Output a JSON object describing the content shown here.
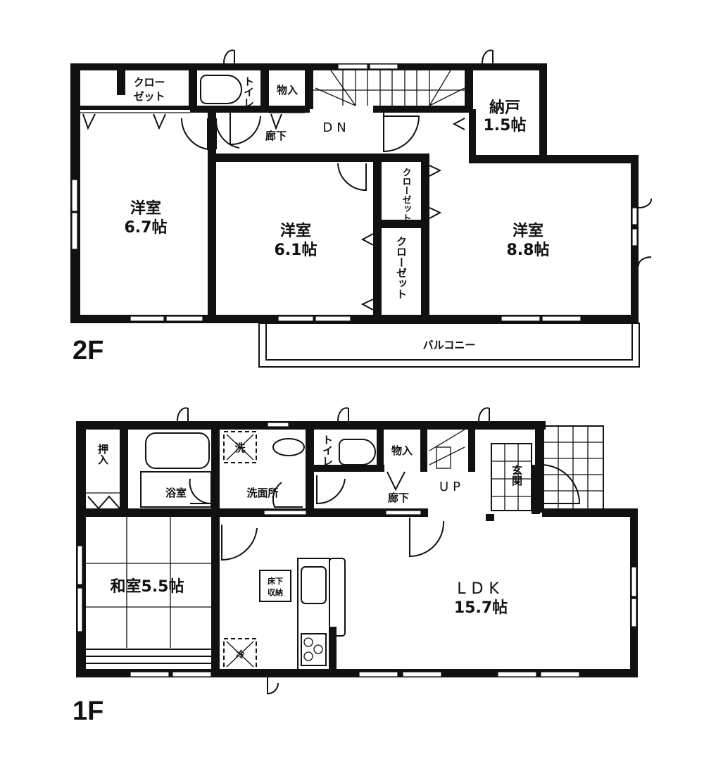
{
  "floors": {
    "second": {
      "label": "2F",
      "rooms": {
        "western_room_a": {
          "name": "洋室",
          "size": "6.7帖"
        },
        "western_room_b": {
          "name": "洋室",
          "size": "6.1帖"
        },
        "western_room_c": {
          "name": "洋室",
          "size": "8.8帖"
        },
        "storage_room": {
          "name": "納戸",
          "size": "1.5帖"
        },
        "closet_top_line1": "クロー",
        "closet_top_line2": "ゼット",
        "toilet": "トイレ",
        "storage": "物入",
        "hallway": "廊下",
        "stairs_direction": "DN",
        "closet_small": "クローゼット",
        "closet_long": "クローゼット",
        "balcony": "バルコニー"
      }
    },
    "first": {
      "label": "1F",
      "rooms": {
        "ldk": {
          "name": "LDK",
          "size": "15.7帖"
        },
        "japanese_room": {
          "name": "和室",
          "size": "5.5帖"
        },
        "oshiire": "押入",
        "bathroom": "浴室",
        "washroom": "洗面所",
        "washer_mark": "洗",
        "toilet": "トイレ",
        "storage": "物入",
        "hallway": "廊下",
        "stairs_direction": "UP",
        "entrance": "玄関",
        "underfloor_storage_line1": "床下",
        "underfloor_storage_line2": "収納",
        "fridge_mark": "冷"
      }
    }
  },
  "colors": {
    "ink": "#111111",
    "paper": "#ffffff"
  }
}
